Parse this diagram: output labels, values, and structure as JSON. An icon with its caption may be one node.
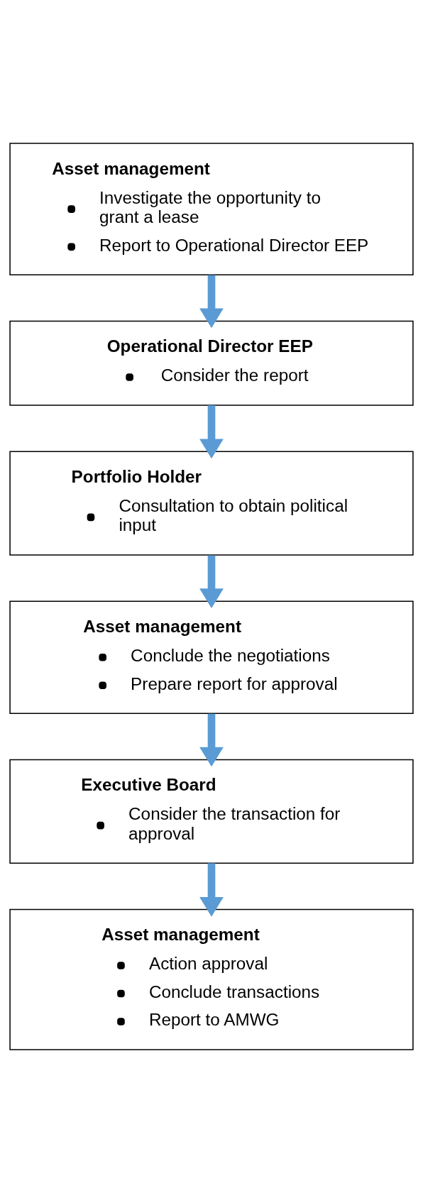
{
  "diagram": {
    "nodes": [
      {
        "text": [
          "Asset management",
          "Investigate the opportunity to grant a lease",
          "Report to Operational Director EEP"
        ]
      },
      {
        "text": [
          "Operational Director EEP",
          "Consider the report"
        ]
      },
      {
        "text": [
          "Portfolio Holder",
          "Consultation to obtain political input"
        ]
      },
      {
        "text": [
          "Asset management",
          "Conclude the negotiations",
          "Prepare report for approval"
        ]
      },
      {
        "text": [
          "Executive Board",
          "Consider the transaction for approval"
        ]
      },
      {
        "text": [
          "Asset management",
          "Action approval",
          "Conclude transactions",
          "Report to AMWG"
        ]
      }
    ],
    "edges": [
      {
        "from": 0,
        "to": 1,
        "arrow": "to"
      },
      {
        "from": 1,
        "to": 2,
        "arrow": "to"
      },
      {
        "from": 2,
        "to": 3,
        "arrow": "to"
      },
      {
        "from": 3,
        "to": 4,
        "arrow": "to"
      },
      {
        "from": 4,
        "to": 5,
        "arrow": "to"
      }
    ]
  }
}
